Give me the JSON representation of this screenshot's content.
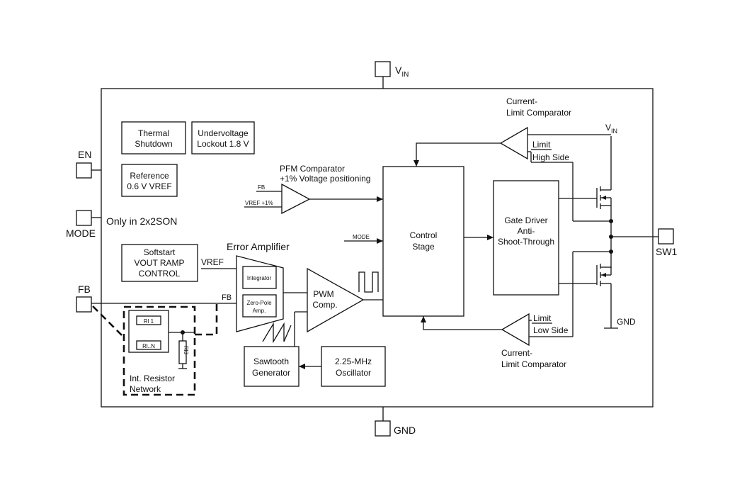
{
  "pins": {
    "vin": "V",
    "vin_sub": "IN",
    "en": "EN",
    "mode": "MODE",
    "fb": "FB",
    "gnd": "GND",
    "sw1": "SW1"
  },
  "blocks": {
    "thermal": [
      "Thermal",
      "Shutdown"
    ],
    "uvlo": [
      "Undervoltage",
      "Lockout 1.8 V"
    ],
    "reference": [
      "Reference",
      "0.6 V VREF"
    ],
    "softstart": [
      "Softstart",
      "VOUT RAMP",
      "CONTROL"
    ],
    "control": [
      "Control",
      "Stage"
    ],
    "gate_driver": [
      "Gate Driver",
      "Anti-",
      "Shoot-Through"
    ],
    "pwm": [
      "PWM",
      "Comp."
    ],
    "sawtooth": [
      "Sawtooth",
      "Generator"
    ],
    "oscillator": [
      "2.25-MHz",
      "Oscillator"
    ],
    "integrator": "Integrator",
    "zero_pole": [
      "Zero-Pole",
      "Amp."
    ],
    "resistor_network": [
      "Int. Resistor",
      "Network"
    ],
    "rl1": "Rl 1",
    "rln": "Rl..N",
    "rl3": "Rl3"
  },
  "labels": {
    "only_in": "Only in  2x2SON",
    "pfm_comparator": [
      "PFM Comparator",
      "+1% Voltage positioning"
    ],
    "pfm_fb": "FB",
    "pfm_vref": "VREF +1%",
    "mode_line": "MODE",
    "error_amplifier": "Error Amplifier",
    "vref": "VREF",
    "fb_line": "FB",
    "climit_top": [
      "Current-",
      "Limit Comparator"
    ],
    "climit_bottom": [
      "Current-",
      "Limit Comparator"
    ],
    "limit_high": [
      "Limit",
      "High Side"
    ],
    "limit_low": [
      "Limit",
      "Low Side"
    ],
    "vin_right": "V",
    "vin_right_sub": "IN",
    "gnd_right": "GND"
  }
}
